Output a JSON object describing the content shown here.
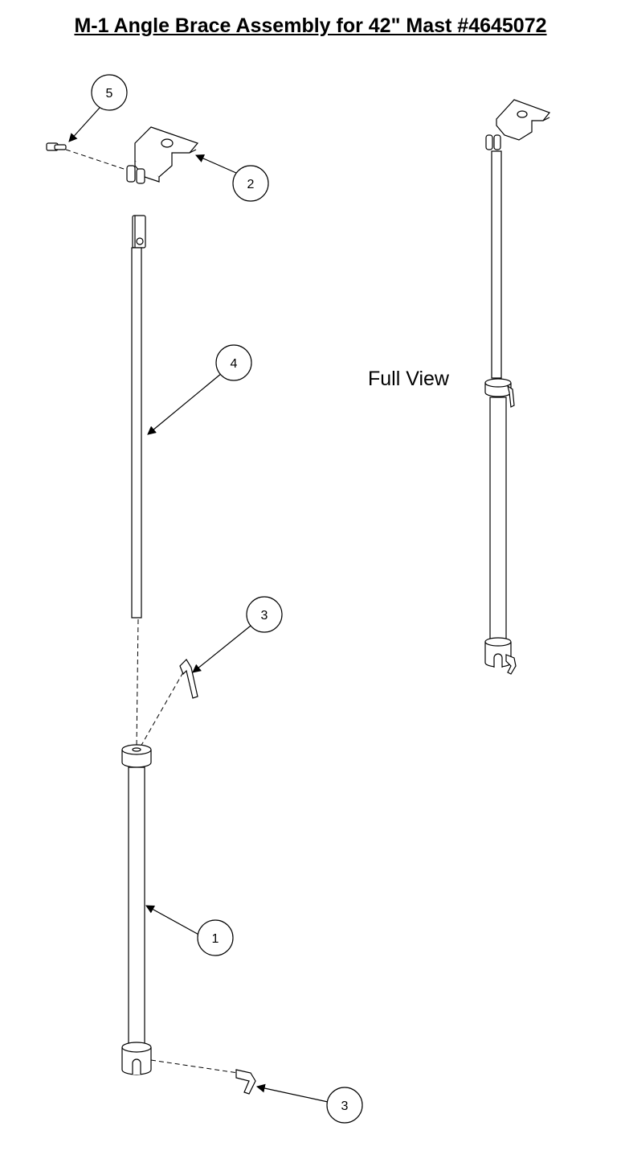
{
  "title": "M-1 Angle Brace Assembly for 42\" Mast #4645072",
  "full_view_label": "Full View",
  "callouts": [
    {
      "id": "callout-5",
      "label": "5"
    },
    {
      "id": "callout-2",
      "label": "2"
    },
    {
      "id": "callout-4",
      "label": "4"
    },
    {
      "id": "callout-3-upper",
      "label": "3"
    },
    {
      "id": "callout-1",
      "label": "1"
    },
    {
      "id": "callout-3-lower",
      "label": "3"
    }
  ],
  "colors": {
    "line": "#000000",
    "background": "#ffffff"
  }
}
